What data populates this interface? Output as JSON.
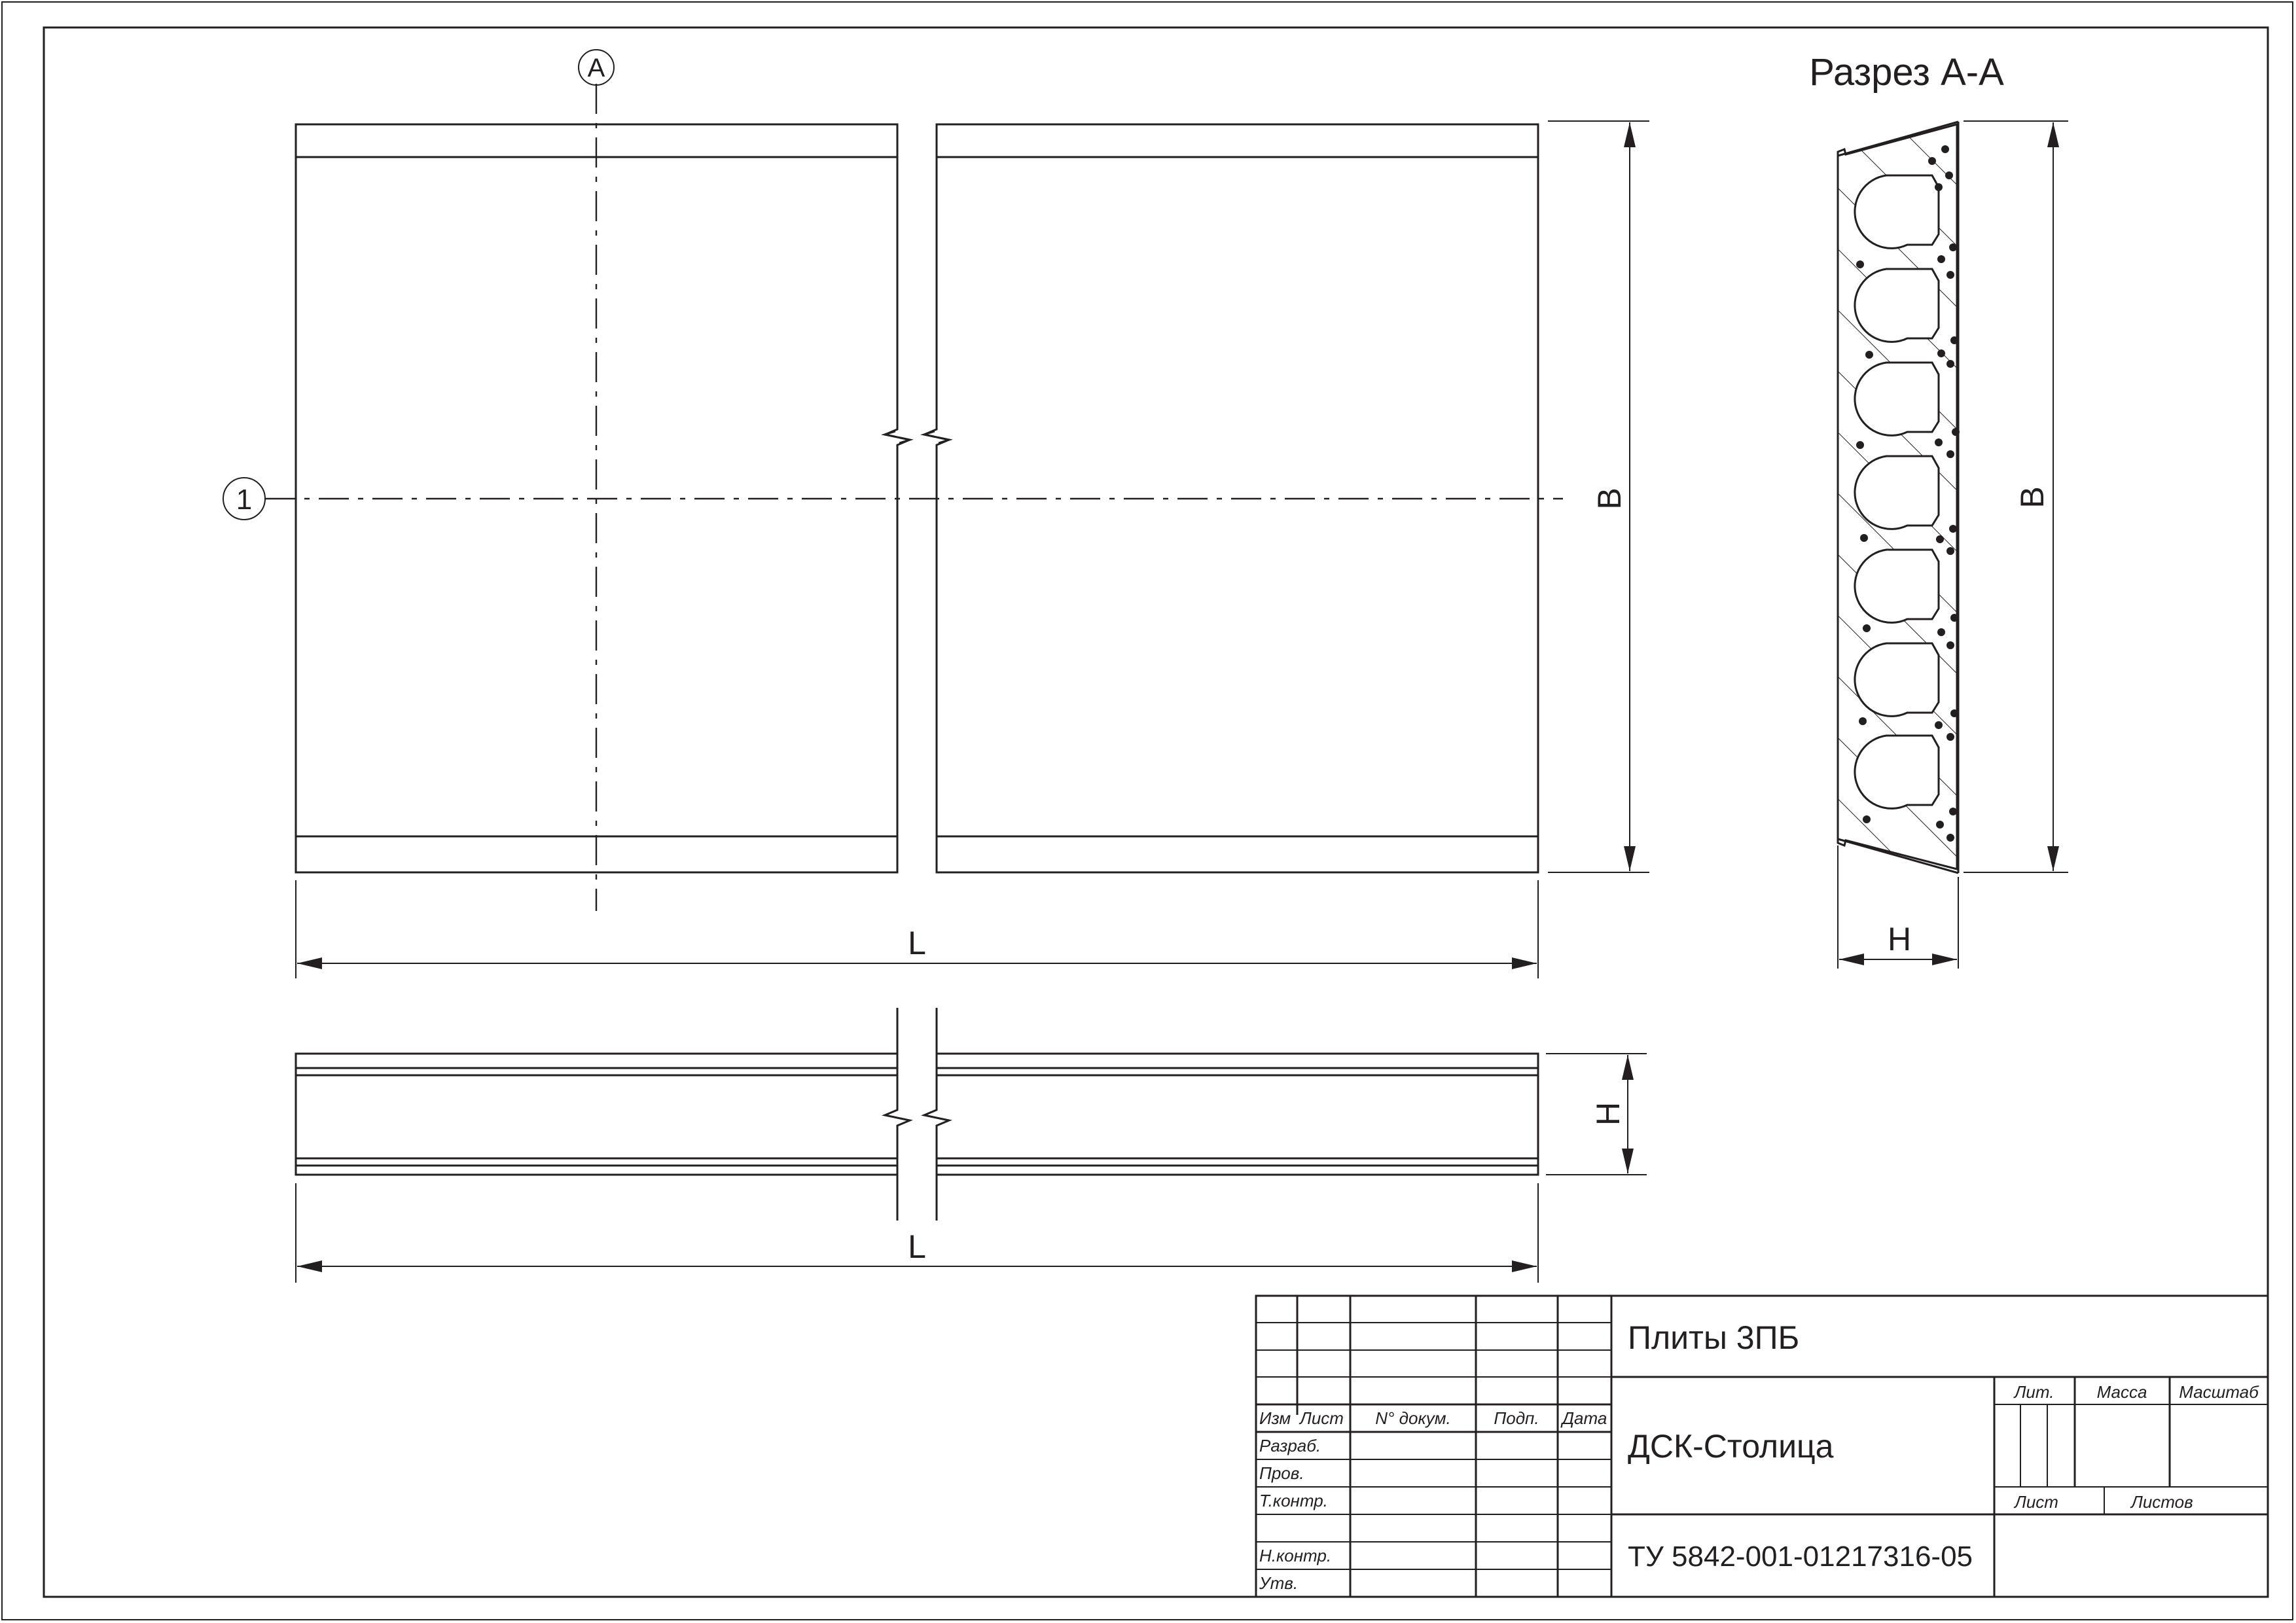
{
  "section_title": "Разрез А-А",
  "markers": {
    "section_letter": "А",
    "axis_number": "1"
  },
  "dims": {
    "length": "L",
    "width": "B",
    "height": "H"
  },
  "title_block": {
    "product_name": "Плиты 3ПБ",
    "organization": "ДСК-Столица",
    "document_code": "ТУ 5842-001-01217316-05",
    "header_izm": "Изм",
    "header_list": "Лист",
    "header_doc": "N° докум.",
    "header_sign": "Подп.",
    "header_date": "Дата",
    "row_razrab": "Разраб.",
    "row_prov": "Пров.",
    "row_tkontr": "Т.контр.",
    "row_nkontr": "Н.контр.",
    "row_utv": "Утв.",
    "col_lit": "Лит.",
    "col_mass": "Масса",
    "col_scale": "Масштаб",
    "sheet": "Лист",
    "sheets": "Листов"
  }
}
